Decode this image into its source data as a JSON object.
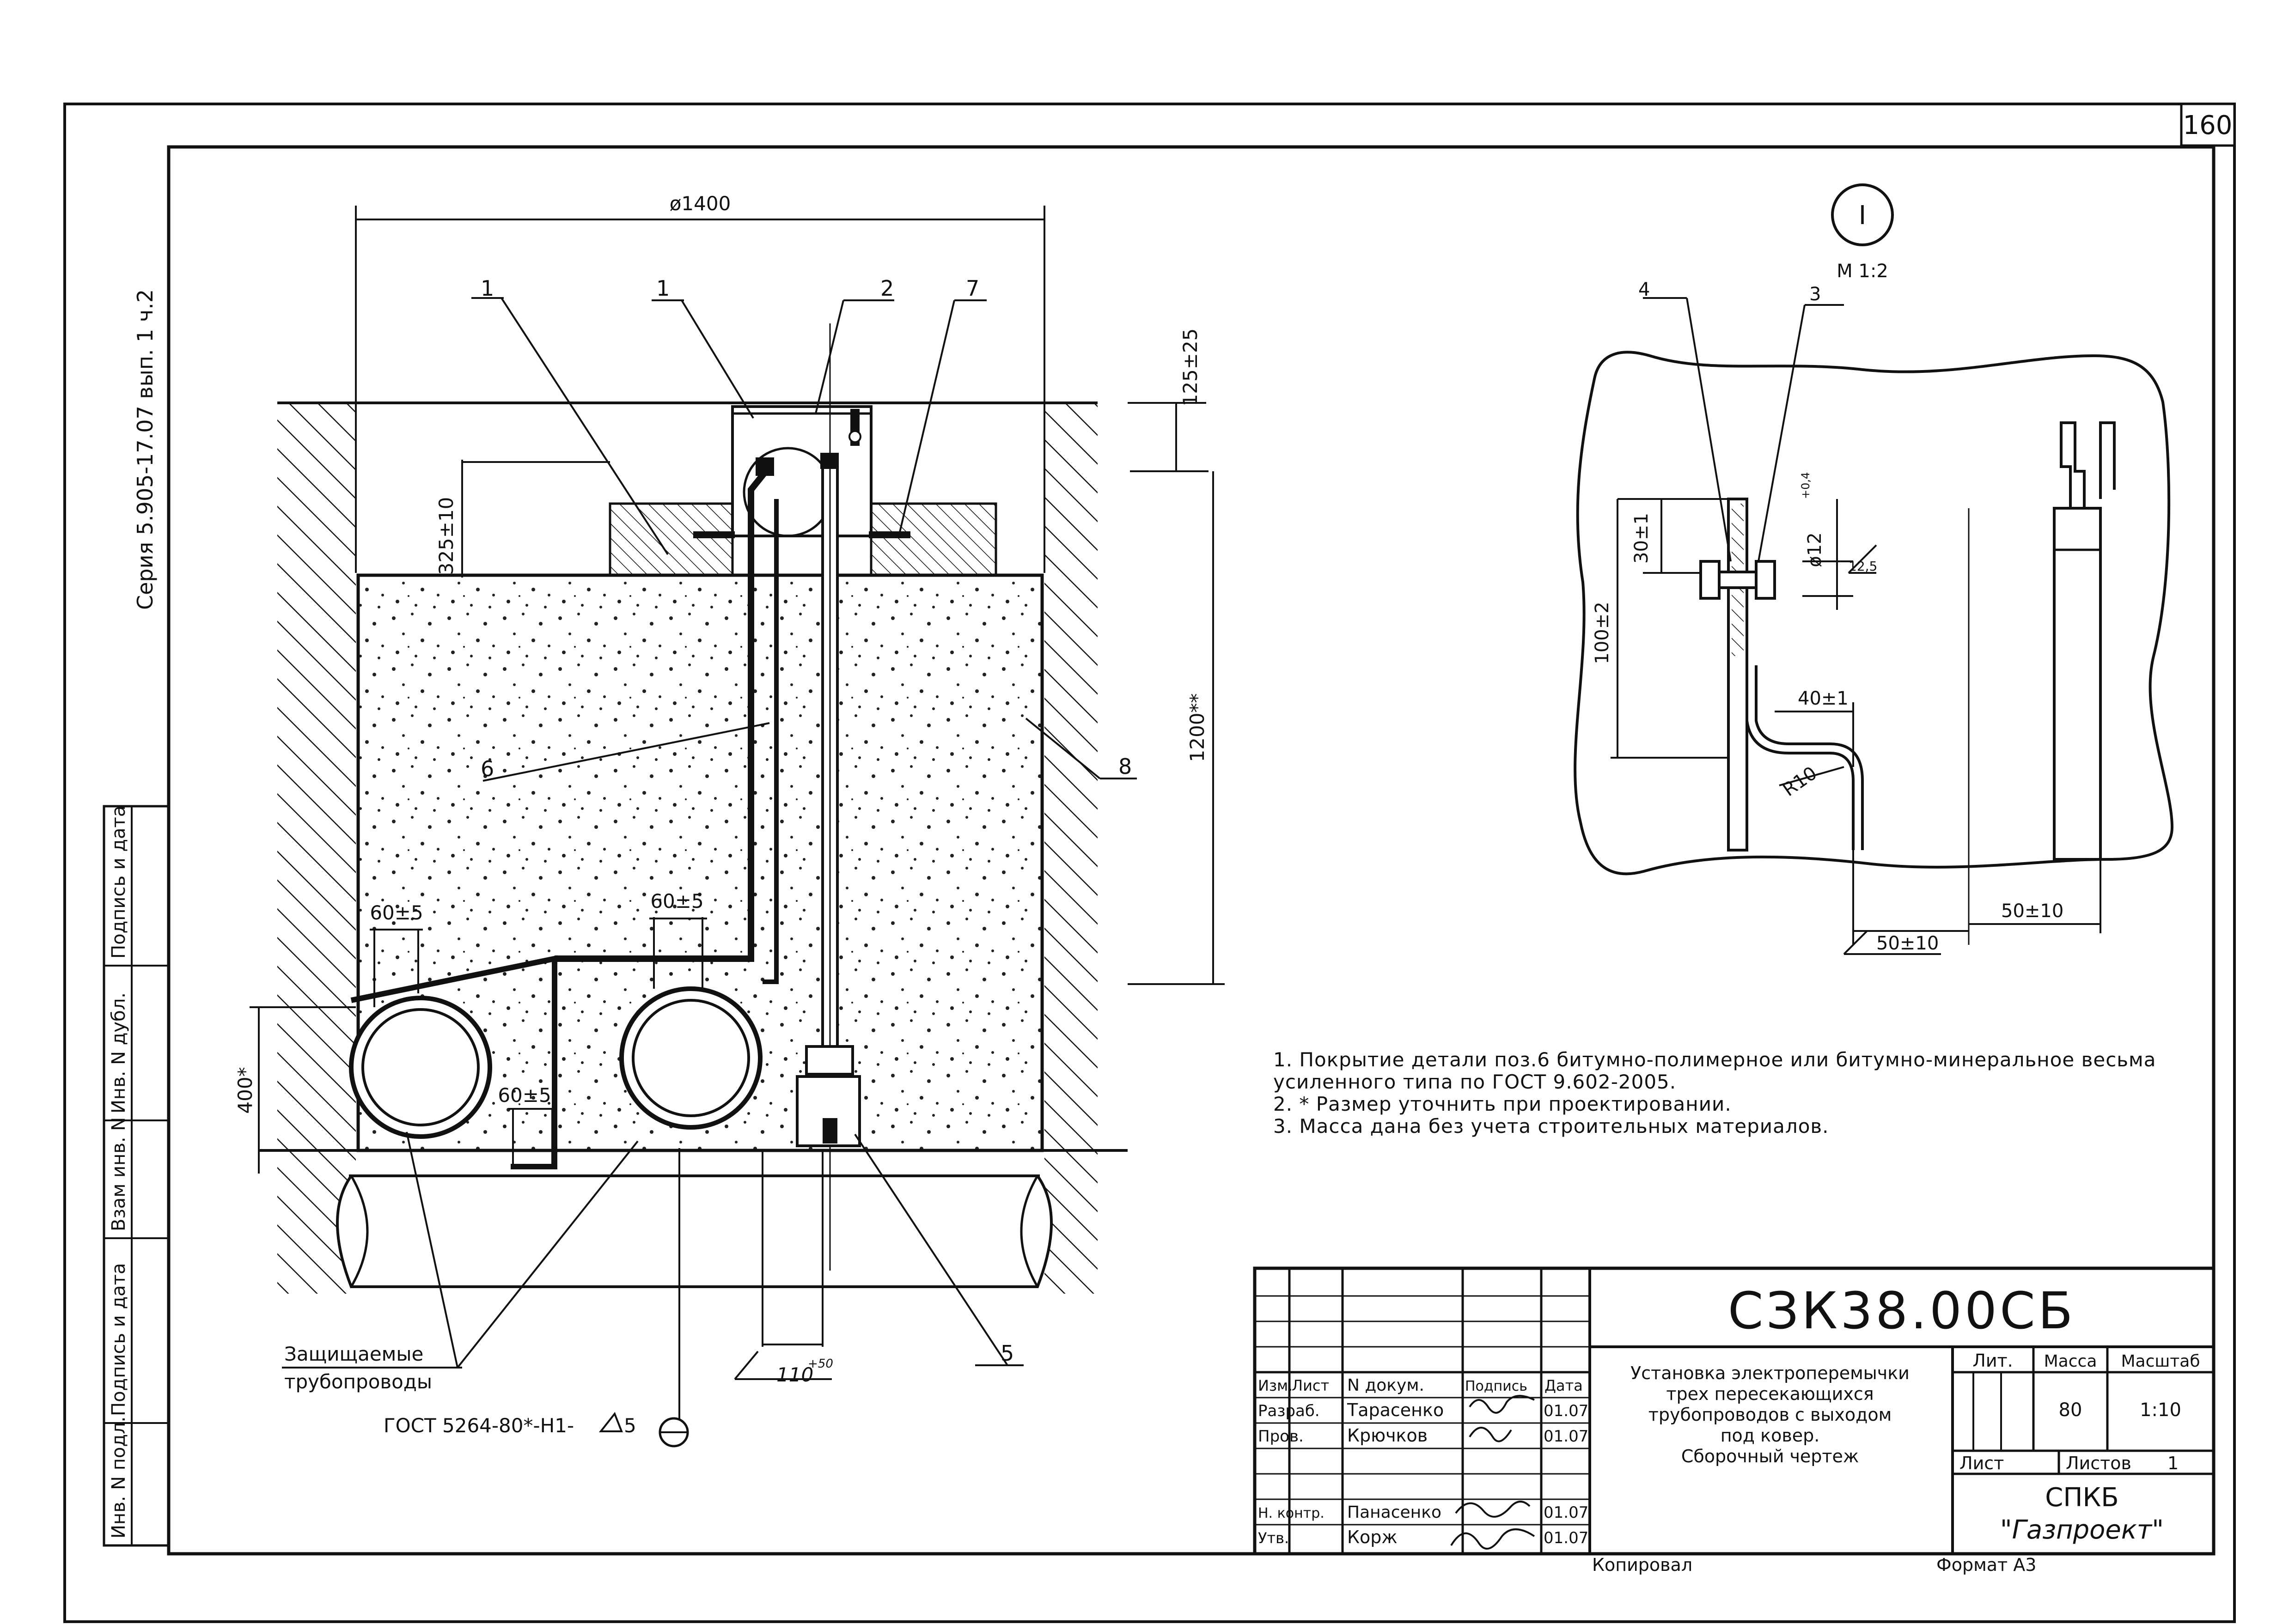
{
  "sheet_number": "160",
  "series_label": "Серия 5.905-17.07 вып. 1  ч.2",
  "side_stamp": [
    "Инв. N подл.",
    "Подпись и дата",
    "Взам инв. N",
    "Инв. N дубл.",
    "Подпись и дата"
  ],
  "main_view": {
    "dim_diameter": "ø1400",
    "dim_325": "325±10",
    "dim_125": "125±25",
    "dim_1200": "1200**",
    "dim_400": "400*",
    "dim_60_a": "60±5",
    "dim_60_b": "60±5",
    "dim_60_c": "60±5",
    "dim_110": "110",
    "dim_110_sup": "+50",
    "callouts": [
      "1",
      "1",
      "2",
      "7",
      "6",
      "8",
      "5"
    ],
    "pipes_label_1": "Защищаемые",
    "pipes_label_2": "трубопроводы",
    "weld_label": "ГОСТ 5264-80*-Н1-",
    "weld_size": "5"
  },
  "detail_view": {
    "marker": "I",
    "scale": "М 1:2",
    "callout_4": "4",
    "callout_3": "3",
    "dim_30": "30±1",
    "dim_100": "100±2",
    "dim_hole": "ø12",
    "dim_hole_sup": "+0,4",
    "roughness": "12,5",
    "dim_40": "40±1",
    "radius": "R10",
    "dim_50_a": "50±10",
    "dim_50_b": "50±10"
  },
  "notes": [
    "1. Покрытие детали поз.6 битумно-полимерное или битумно-минеральное весьма",
    "усиленного типа по ГОСТ 9.602-2005.",
    "2. * Размер уточнить при проектировании.",
    "3. Масса дана без учета строительных материалов."
  ],
  "title_block": {
    "designation": "СЗК38.00СБ",
    "title_lines": [
      "Установка электроперемычки",
      "трех пересекающихся",
      "трубопроводов с выходом",
      "под ковер.",
      "Сборочный чертеж"
    ],
    "col_izm": "Изм.",
    "col_list": "Лист",
    "col_ndok": "N докум.",
    "col_podpis": "Подпись",
    "col_data": "Дата",
    "role_razrab": "Разраб.",
    "name_razrab": "Тарасенко",
    "date_razrab": "01.07",
    "role_prov": "Пров.",
    "name_prov": "Крючков",
    "date_prov": "01.07",
    "role_nkontr": "Н. контр.",
    "name_nkontr": "Панасенко",
    "date_nkontr": "01.07",
    "role_utv": "Утв.",
    "name_utv": "Корж",
    "date_utv": "01.07",
    "lit_label": "Лит.",
    "mass_label": "Масса",
    "scale_label": "Масштаб",
    "mass_value": "80",
    "scale_value": "1:10",
    "sheet_label": "Лист",
    "sheets_label": "Листов",
    "sheets_value": "1",
    "org_line1": "СПКБ",
    "org_line2": "\"Газпроект\""
  },
  "footer_copied": "Копировал",
  "footer_format": "Формат А3"
}
